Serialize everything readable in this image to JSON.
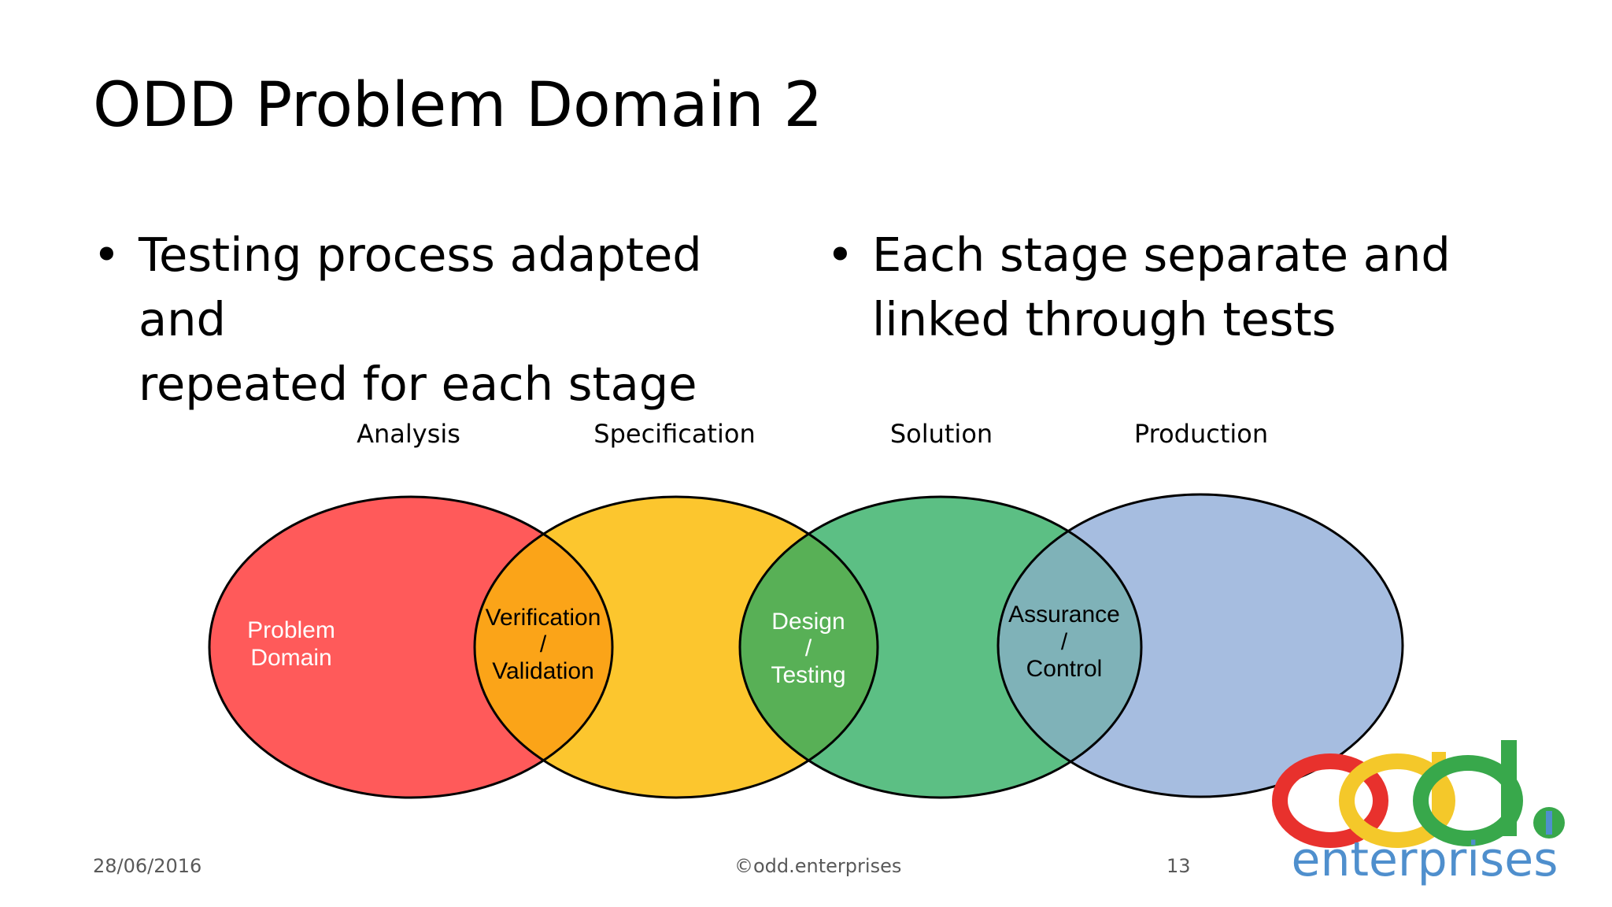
{
  "slide": {
    "title": "ODD Problem Domain 2",
    "bullets_left": {
      "symbol": "•",
      "text": "Testing process adapted and\nrepeated for each stage"
    },
    "bullets_right": {
      "symbol": "•",
      "text": "Each stage separate and\nlinked through tests"
    }
  },
  "diagram": {
    "stages": [
      "Analysis",
      "Specification",
      "Solution",
      "Production"
    ],
    "circle_colors": [
      "#ff5a5a",
      "#fcc62e",
      "#5cbf84",
      "#a6bde0"
    ],
    "labels": {
      "problem_domain": [
        "Problem",
        "Domain"
      ],
      "verification": [
        "Verification",
        "/",
        "Validation"
      ],
      "design": [
        "Design",
        "/",
        "Testing"
      ],
      "assurance": [
        "Assurance",
        "/",
        "Control"
      ]
    }
  },
  "footer": {
    "date": "28/06/2016",
    "copyright": "©odd.enterprises",
    "page": "13"
  },
  "logo": {
    "wordmark": "enterprises",
    "letters": "odd",
    "colors": [
      "#e8312d",
      "#f4c82a",
      "#38a84b",
      "#4f8fcd"
    ]
  }
}
